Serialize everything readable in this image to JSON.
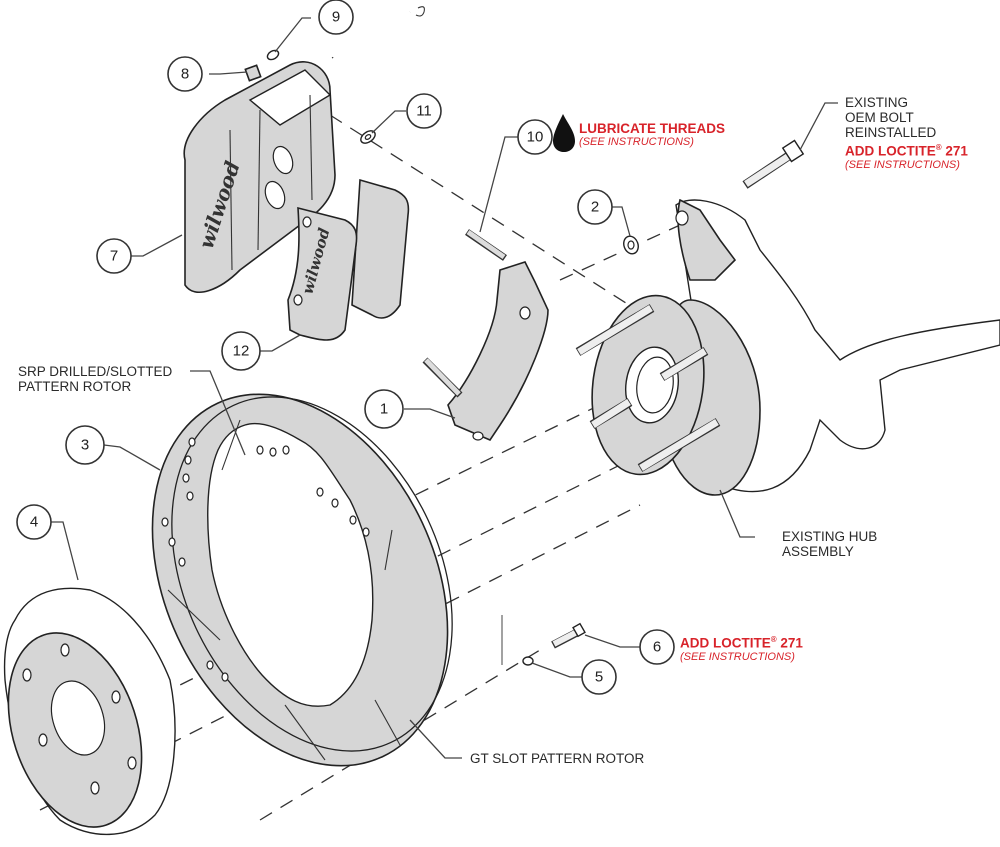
{
  "diagram": {
    "title": "Wilwood front disc brake kit exploded assembly view",
    "brand_mark": "wilwood",
    "colors": {
      "line": "#222222",
      "part_fill": "#d6d6d6",
      "note_red": "#d8232a",
      "text": "#2a2a2a",
      "background": "#ffffff"
    },
    "callouts": [
      {
        "number": "1",
        "part": "caliper-bracket"
      },
      {
        "number": "2",
        "part": "washer"
      },
      {
        "number": "3",
        "part": "rotor"
      },
      {
        "number": "4",
        "part": "rotor-hat"
      },
      {
        "number": "5",
        "part": "rotor-hat-washer"
      },
      {
        "number": "6",
        "part": "rotor-hat-bolt"
      },
      {
        "number": "7",
        "part": "caliper"
      },
      {
        "number": "8",
        "part": "bridge-bolt-nut"
      },
      {
        "number": "9",
        "part": "pad-pin-washer"
      },
      {
        "number": "10",
        "part": "caliper-mount-stud"
      },
      {
        "number": "11",
        "part": "caliper-shim"
      },
      {
        "number": "12",
        "part": "brake-pads"
      }
    ],
    "labels": {
      "existing_bolt": {
        "lines": [
          "EXISTING",
          "OEM BOLT",
          "REINSTALLED"
        ],
        "note": "ADD LOCTITE",
        "note_reg": "®",
        "note_suffix": " 271",
        "sub": "(SEE INSTRUCTIONS)"
      },
      "lubricate": {
        "icon": "oil-drop-icon",
        "note": "LUBRICATE THREADS",
        "sub": "(SEE INSTRUCTIONS)"
      },
      "srp_rotor": {
        "lines": [
          "SRP DRILLED/SLOTTED",
          "PATTERN ROTOR"
        ]
      },
      "existing_hub": {
        "lines": [
          "EXISTING HUB",
          "ASSEMBLY"
        ]
      },
      "gt_rotor": {
        "lines": [
          "GT SLOT PATTERN ROTOR"
        ]
      },
      "loctite_6": {
        "note": "ADD LOCTITE",
        "note_reg": "®",
        "note_suffix": " 271",
        "sub": "(SEE INSTRUCTIONS)"
      }
    }
  }
}
